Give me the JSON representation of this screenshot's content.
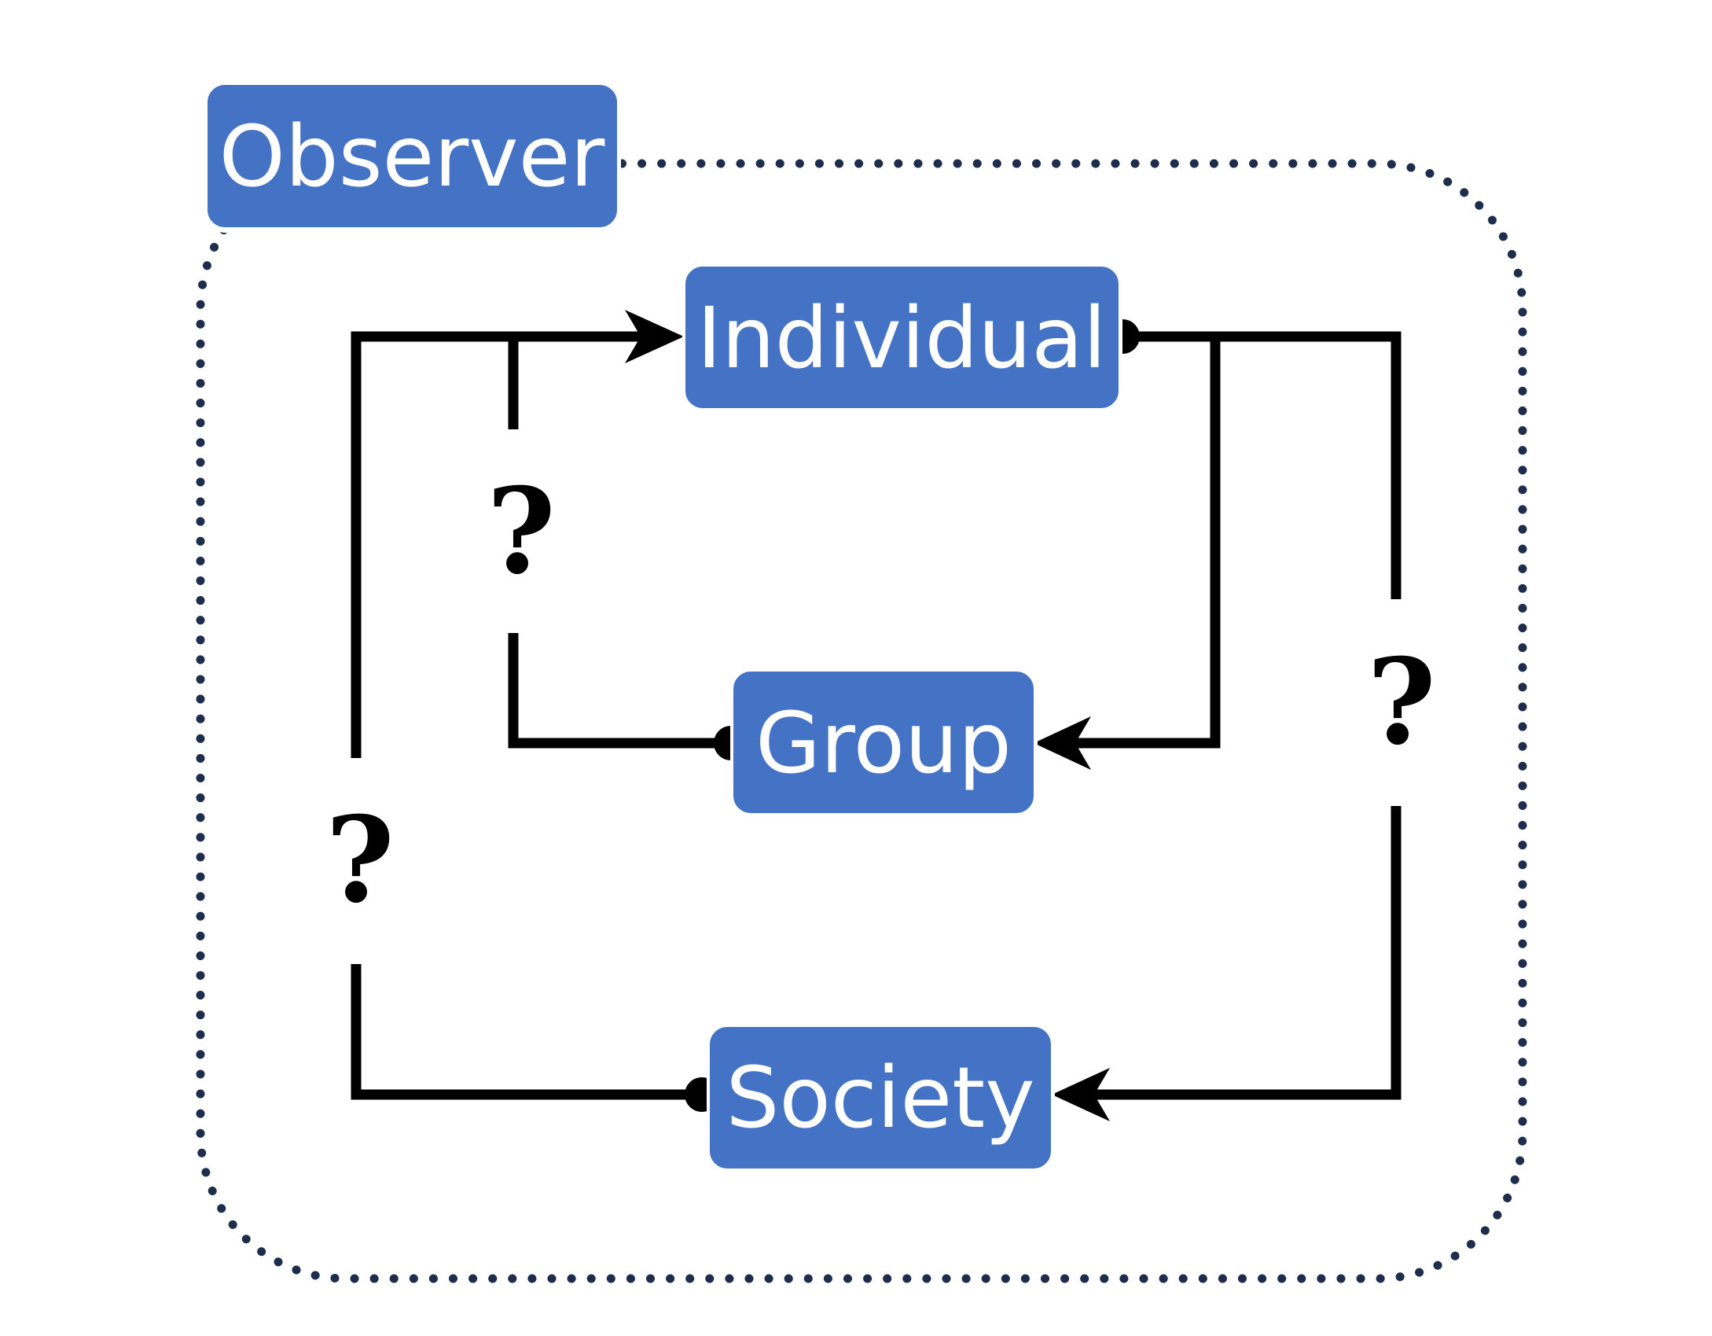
{
  "diagram": {
    "boundary_label": "Observer",
    "nodes": {
      "individual": "Individual",
      "group": "Group",
      "society": "Society"
    },
    "unknown_links": {
      "group_to_individual": "?",
      "individual_to_society": "?",
      "society_to_individual": "?"
    },
    "colors": {
      "node_fill": "#4472c4",
      "node_text": "#ffffff",
      "connector": "#000000",
      "boundary": "#1f2d4d"
    }
  }
}
